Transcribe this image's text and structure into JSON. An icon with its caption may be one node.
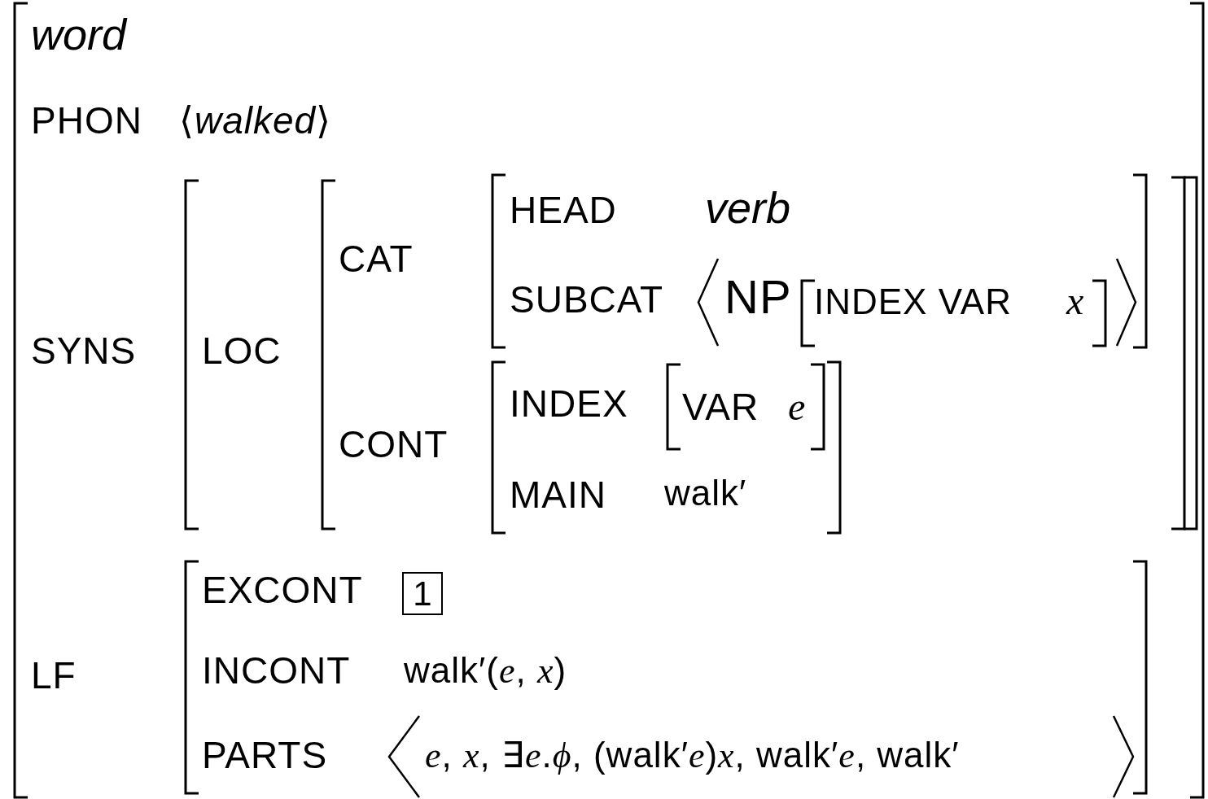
{
  "diagram": {
    "nodes": [
      {
        "text": [
          "1"
        ]
      }
    ],
    "labels": [
      "word",
      "PHON",
      "⟨*walked*⟩",
      "SYNS",
      "LOC",
      "CAT",
      "HEAD",
      "verb",
      "SUBCAT",
      "NP",
      "INDEX VAR",
      "x",
      "CONT",
      "INDEX",
      "VAR",
      "e",
      "MAIN",
      "walk′",
      "LF",
      "EXCONT",
      "INCONT",
      "walk′(*e*, *x*)",
      "PARTS",
      "*e*, *x*, ∃*e*.*ϕ*, (walk′*e*)*x*, walk′*e*, walk′"
    ]
  }
}
